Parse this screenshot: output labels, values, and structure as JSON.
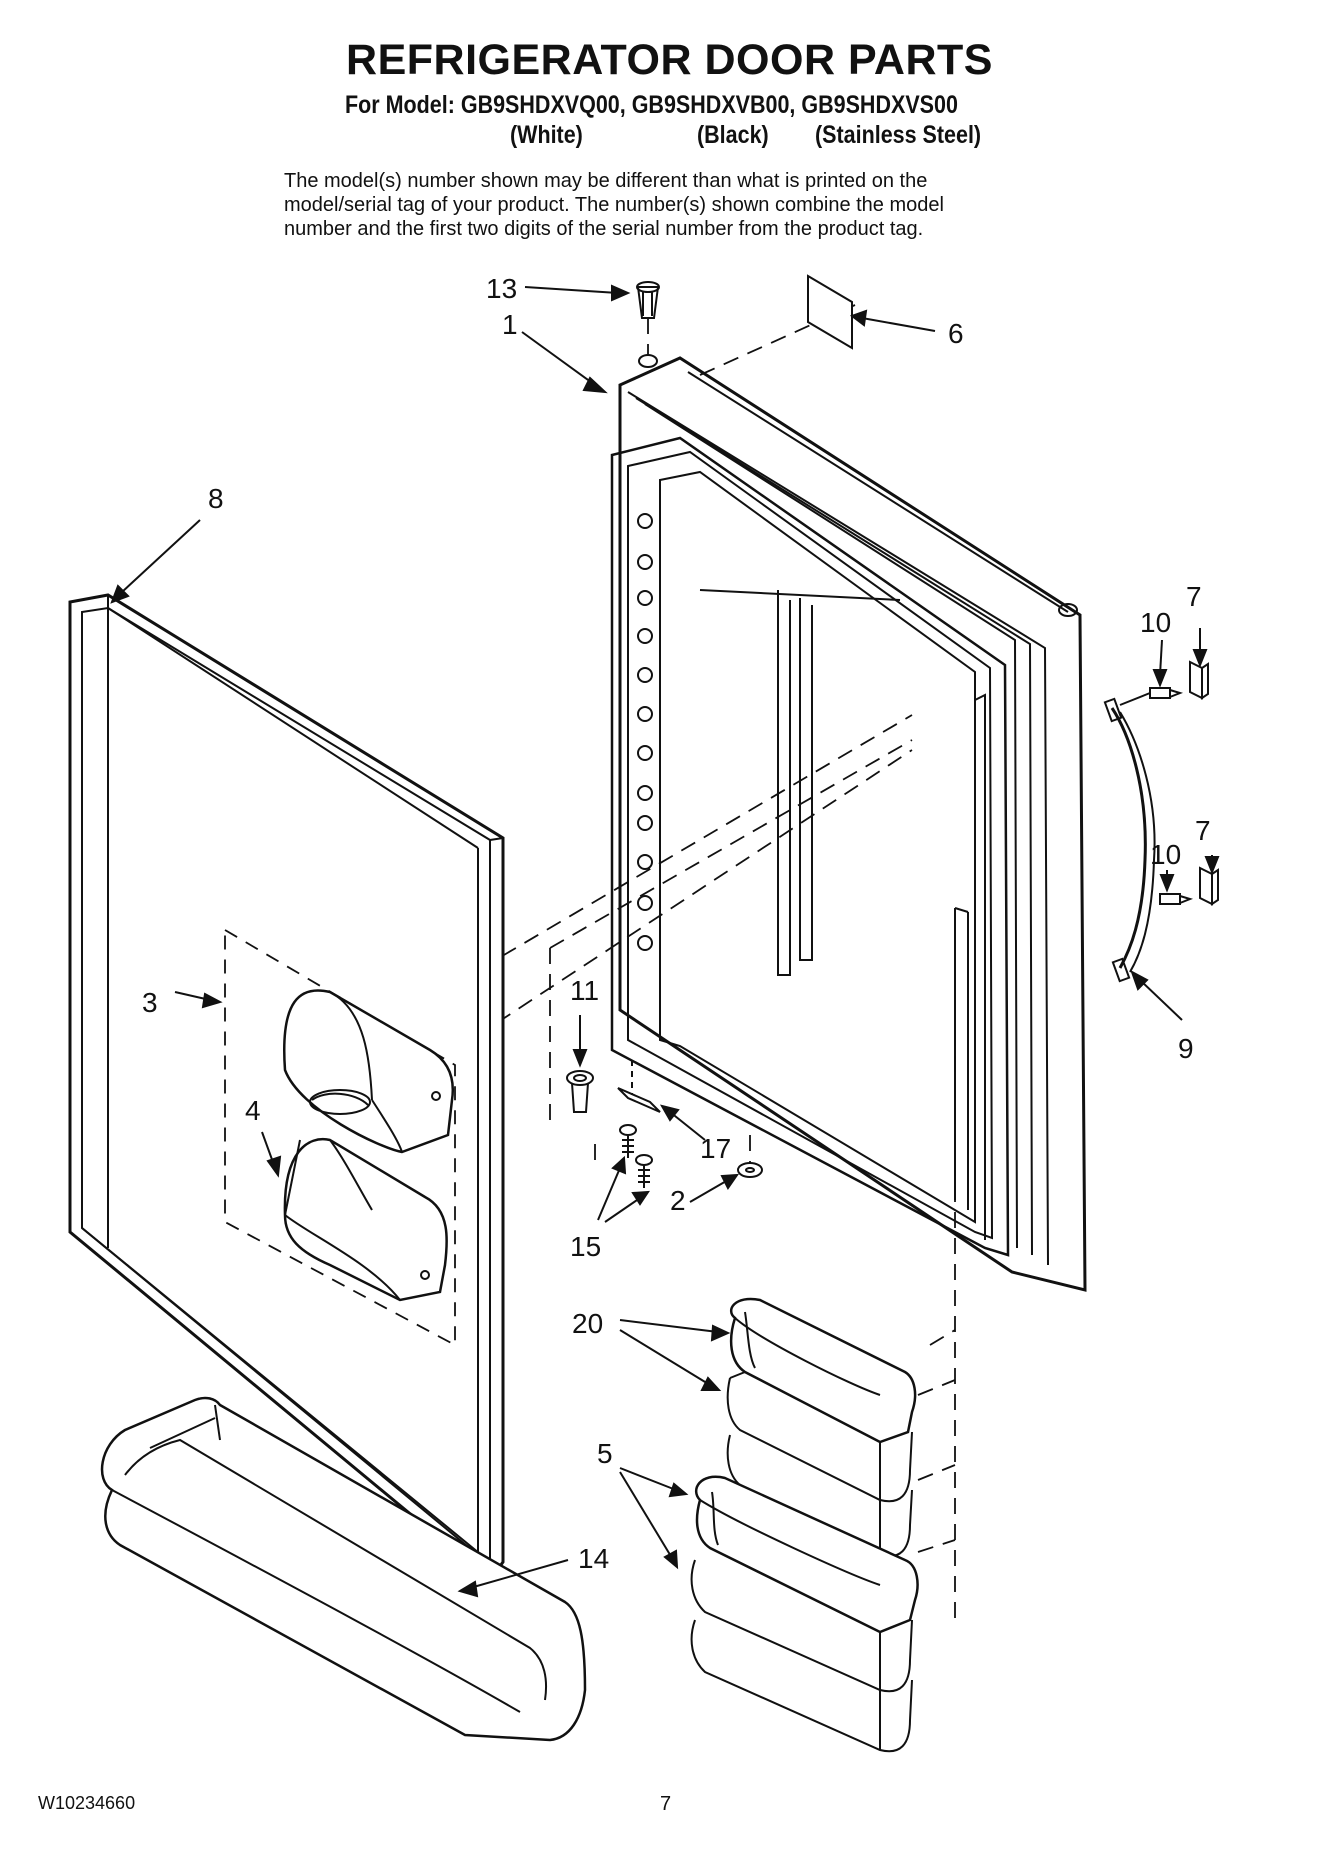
{
  "header": {
    "title": "REFRIGERATOR DOOR PARTS",
    "model_line": "For Model: GB9SHDXVQ00, GB9SHDXVB00, GB9SHDXVS00",
    "variants": [
      "(White)",
      "(Black)",
      "(Stainless Steel)"
    ]
  },
  "notice": "The model(s) number shown may be different than what is printed on the\nmodel/serial tag of your product. The number(s) shown combine the model\nnumber and the first two digits of the serial number from the product tag.",
  "callouts": {
    "c13": "13",
    "c1": "1",
    "c6": "6",
    "c8": "8",
    "c10a": "10",
    "c7a": "7",
    "c10b": "10",
    "c7b": "7",
    "c9": "9",
    "c3": "3",
    "c11": "11",
    "c4": "4",
    "c17": "17",
    "c2": "2",
    "c15": "15",
    "c20": "20",
    "c5": "5",
    "c14": "14"
  },
  "footer": {
    "doc_number": "W10234660",
    "page_number": "7"
  }
}
